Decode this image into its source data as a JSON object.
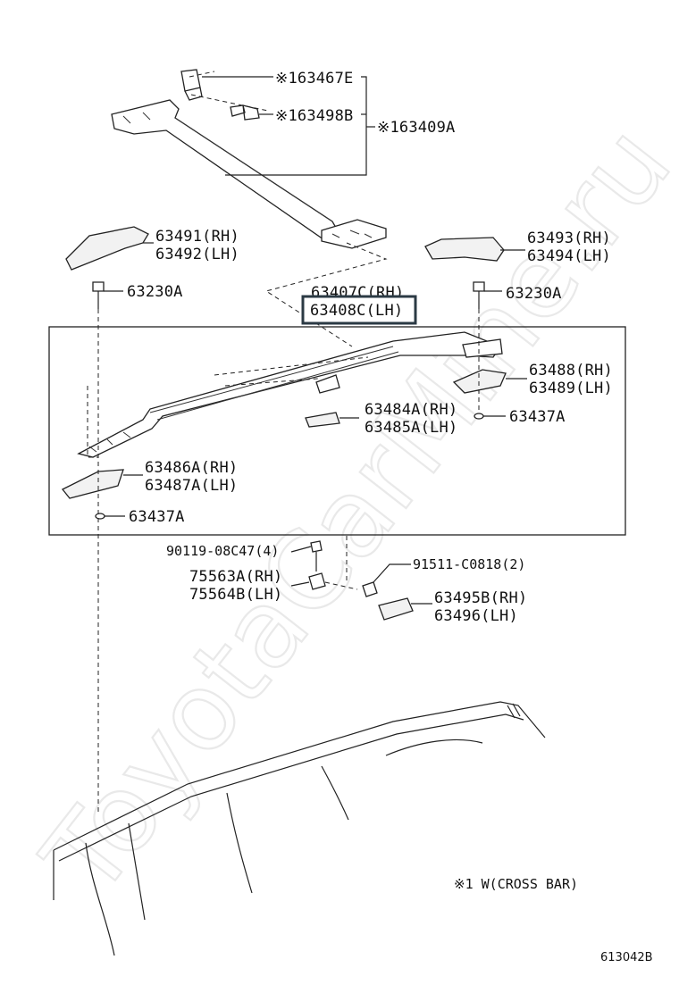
{
  "callouts": {
    "c63467e": "※163467E",
    "c63498b": "※163498B",
    "c63409a": "※163409A",
    "c63491": "63491(RH)",
    "c63492": "63492(LH)",
    "c63493": "63493(RH)",
    "c63494": "63494(LH)",
    "c63230a_left": "63230A",
    "c63230a_right": "63230A",
    "c63407c": "63407C(RH)",
    "c63408c": "63408C(LH)",
    "c63488": "63488(RH)",
    "c63489": "63489(LH)",
    "c63484a": "63484A(RH)",
    "c63485a": "63485A(LH)",
    "c63437a_right": "63437A",
    "c63486a": "63486A(RH)",
    "c63487a": "63487A(LH)",
    "c63437a_left": "63437A",
    "c90119": "90119-08C47(4)",
    "c91511": "91511-C0818(2)",
    "c75563a": "75563A(RH)",
    "c75564b": "75564B(LH)",
    "c63495b": "63495B(RH)",
    "c63496": "63496(LH)"
  },
  "footnote": "※1  W(CROSS BAR)",
  "figure_number": "613042B",
  "watermark": "ToyotaCarMine.ru",
  "highlight_color": "#2b3a44"
}
